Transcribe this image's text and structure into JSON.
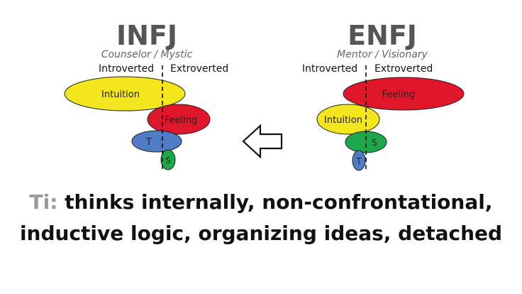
{
  "left": {
    "type": "INFJ",
    "subtitle": "Counselor / Mystic",
    "introverted_label": "Introverted",
    "extroverted_label": "Extroverted",
    "functions": {
      "intuition": "Intuition",
      "feeling": "Feeling",
      "thinking": "T",
      "sensing": "S"
    }
  },
  "right": {
    "type": "ENFJ",
    "subtitle": "Mentor / Visionary",
    "introverted_label": "Introverted",
    "extroverted_label": "Extroverted",
    "functions": {
      "feeling": "Feeling",
      "intuition": "Intuition",
      "sensing": "S",
      "thinking": "T"
    }
  },
  "colors": {
    "intuition": "#f4e61c",
    "feeling": "#e0162b",
    "thinking": "#4f7cc4",
    "sensing": "#1ca84a",
    "title": "#555555"
  },
  "arrow": {
    "direction": "left",
    "icon": "left-arrow-icon"
  },
  "caption": {
    "prefix": "Ti:",
    "line1": " thinks internally, non-confrontational,",
    "line2": "inductive logic, organizing ideas, detached"
  }
}
